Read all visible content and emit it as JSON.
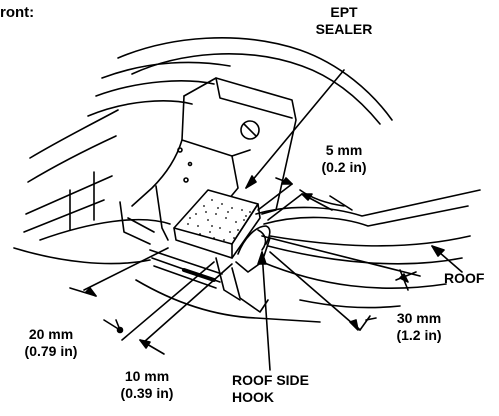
{
  "header": {
    "text": "ront:"
  },
  "labels": {
    "ept_sealer": {
      "line1": "EPT",
      "line2": "SEALER"
    },
    "dim_5mm": {
      "line1": "5 mm",
      "line2": "(0.2 in)"
    },
    "roof": {
      "text": "ROOF"
    },
    "dim_30mm": {
      "line1": "30 mm",
      "line2": "(1.2 in)"
    },
    "dim_20mm": {
      "line1": "20 mm",
      "line2": "(0.79 in)"
    },
    "dim_10mm": {
      "line1": "10 mm",
      "line2": "(0.39 in)"
    },
    "roof_side_hook": {
      "line1": "ROOF SIDE",
      "line2": "HOOK"
    }
  },
  "colors": {
    "ink": "#000000",
    "sealer_fill": "#ffffff"
  }
}
